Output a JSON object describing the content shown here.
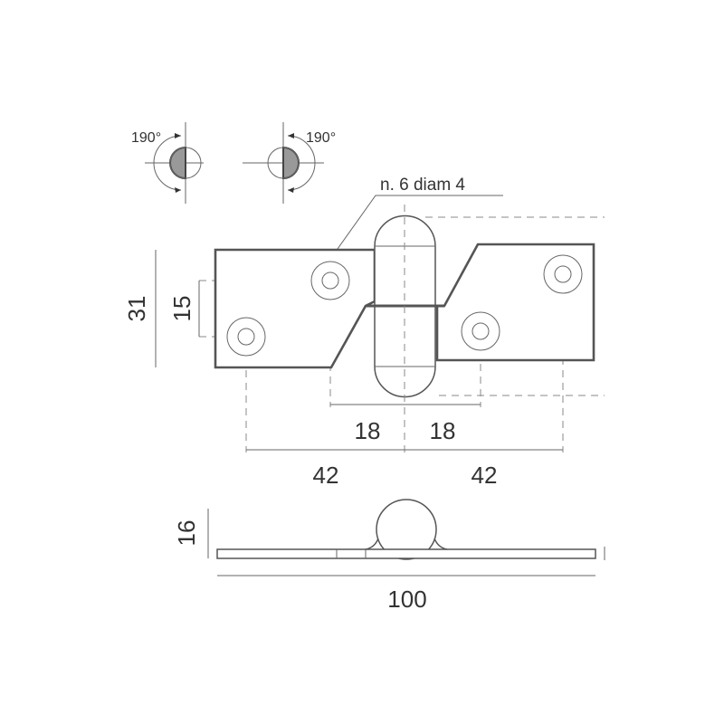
{
  "drawing": {
    "rotation_labels": {
      "left": "190°",
      "right": "190°"
    },
    "hole_note": "n. 6 diam 4",
    "dimensions": {
      "height_total": "31",
      "hole_spacing_vertical": "15",
      "inner_left": "18",
      "inner_right": "18",
      "outer_left": "42",
      "outer_right": "42",
      "knuckle_height": "16",
      "total_length": "100"
    }
  }
}
